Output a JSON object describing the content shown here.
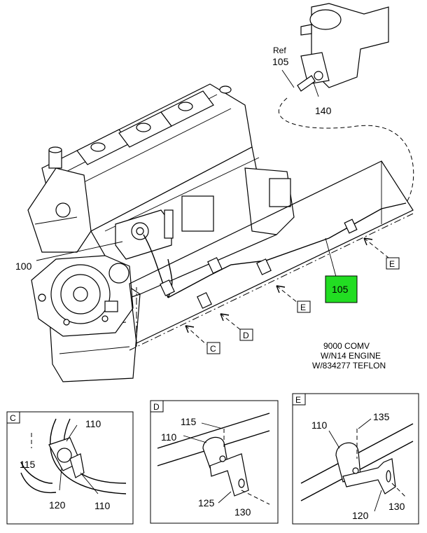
{
  "note": {
    "line1": "9000 COMV",
    "line2": "W/N14 ENGINE",
    "line3": "W/834277 TEFLON"
  },
  "highlight": {
    "label": "105",
    "color": "#22dd22"
  },
  "callouts": {
    "ref": "Ref",
    "ref_num": "105",
    "c140": "140",
    "c100": "100"
  },
  "view_refs": {
    "e": "E",
    "e2": "E",
    "d": "D",
    "c": "C"
  },
  "detail_c": {
    "letter": "C",
    "n110a": "110",
    "n115": "115",
    "n120": "120",
    "n110b": "110"
  },
  "detail_d": {
    "letter": "D",
    "n115": "115",
    "n110": "110",
    "n125": "125",
    "n130": "130"
  },
  "detail_e": {
    "letter": "E",
    "n135": "135",
    "n110": "110",
    "n120": "120",
    "n130": "130"
  }
}
